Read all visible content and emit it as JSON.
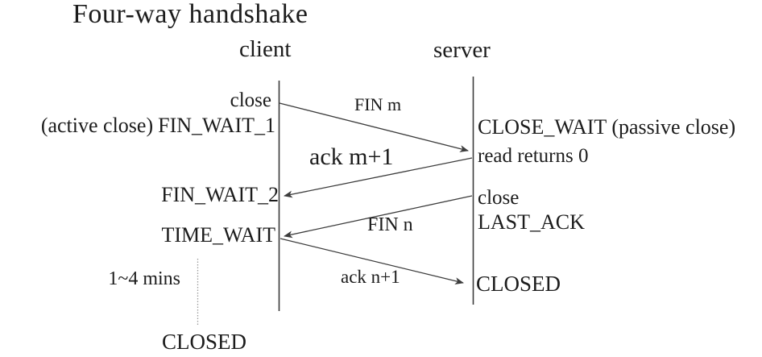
{
  "title": "Four-way handshake",
  "lifelines": {
    "client": {
      "label": "client"
    },
    "server": {
      "label": "server"
    }
  },
  "client_side": {
    "close_action": "close",
    "active_close_note": "(active close)",
    "fin_wait_1": "FIN_WAIT_1",
    "fin_wait_2": "FIN_WAIT_2",
    "time_wait": "TIME_WAIT",
    "time_wait_duration": "1~4 mins",
    "closed": "CLOSED"
  },
  "server_side": {
    "close_wait": "CLOSE_WAIT",
    "passive_close_note": "(passive close)",
    "read_returns": "read returns 0",
    "close_action": "close",
    "last_ack": "LAST_ACK",
    "closed": "CLOSED"
  },
  "messages": {
    "fin_m": "FIN m",
    "ack_m1": "ack m+1",
    "fin_n": "FIN n",
    "ack_n1": "ack n+1"
  },
  "colors": {
    "background": "#ffffff",
    "text": "#1c1c1c",
    "line": "#3c3c3c",
    "timer_line": "#9b9b9b"
  }
}
